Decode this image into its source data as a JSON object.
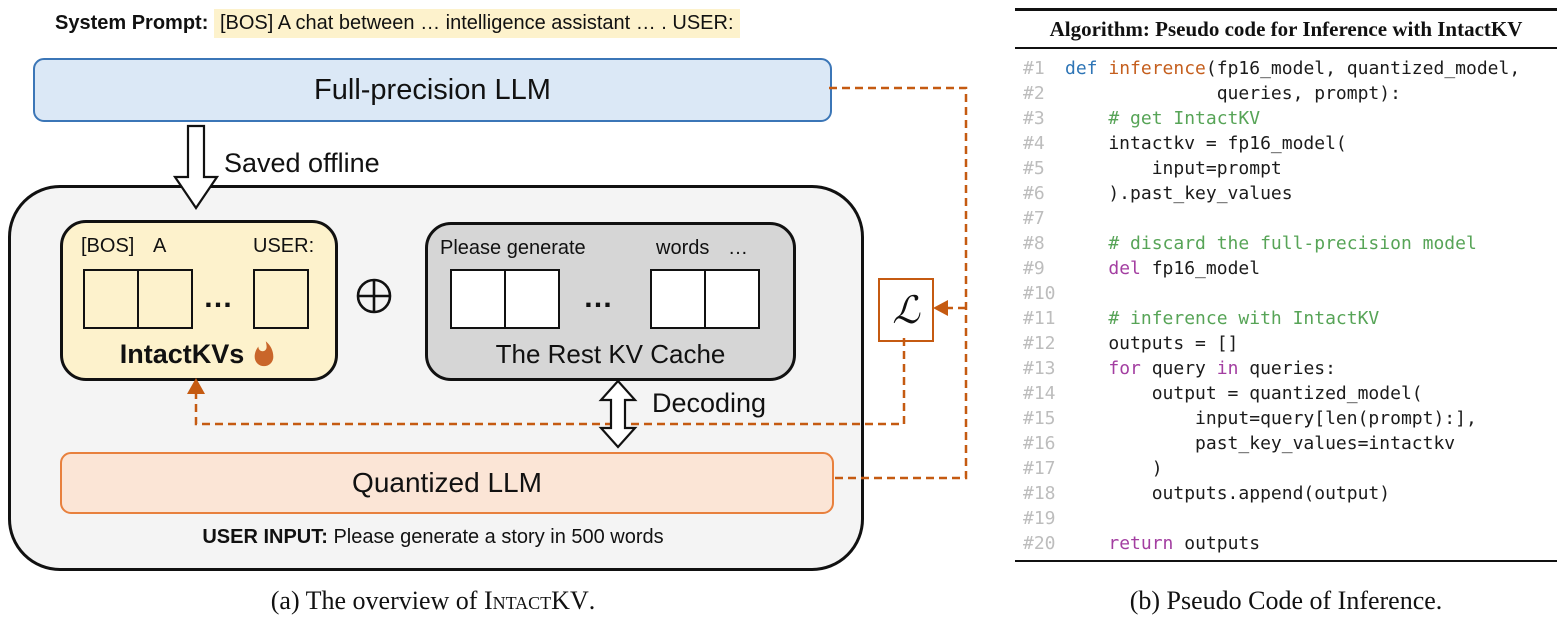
{
  "colors": {
    "blue_fill": "#dbe8f6",
    "blue_border": "#3b76b7",
    "orange_fill": "#fbe5d6",
    "orange_border": "#e8803d",
    "cream": "#fdf2cc",
    "gray_fill": "#d6d6d6",
    "container_fill": "#f4f4f4",
    "dash": "#c55a11",
    "flame": "#c9662a",
    "lineno": "#bdbdbd",
    "kw": "#2e75b6",
    "fn": "#c55f1e",
    "cm": "#57a457",
    "kp": "#a33ea1"
  },
  "diagram": {
    "system_prompt": {
      "label": "System Prompt:",
      "highlight": "[BOS] A chat between … intelligence assistant … . USER:"
    },
    "fp_llm": "Full-precision LLM",
    "saved_offline": "Saved offline",
    "intactkv_box": {
      "tokens": [
        "[BOS]",
        "A",
        "USER:"
      ],
      "ellipsis": "…",
      "label": "IntactKVs"
    },
    "rest_kv_box": {
      "tokens": [
        "Please generate",
        "words",
        "…"
      ],
      "ellipsis": "…",
      "label": "The Rest KV Cache"
    },
    "decoding": "Decoding",
    "quantized_llm": "Quantized LLM",
    "user_input": {
      "label": "USER INPUT:",
      "text": " Please generate a story in 500 words"
    },
    "loss_symbol": "ℒ",
    "caption_prefix": "(a) The overview of ",
    "caption_smallcaps": "IntactKV",
    "caption_suffix": "."
  },
  "algorithm": {
    "title": "Algorithm: Pseudo code for Inference with IntactKV",
    "caption": "(b) Pseudo Code of Inference.",
    "lines": [
      {
        "no": "#1",
        "tokens": [
          [
            "kw",
            "def"
          ],
          [
            "pl",
            " "
          ],
          [
            "fn",
            "inference"
          ],
          [
            "pl",
            "(fp16_model, quantized_model,"
          ]
        ]
      },
      {
        "no": "#2",
        "tokens": [
          [
            "pl",
            "              queries, prompt):"
          ]
        ]
      },
      {
        "no": "#3",
        "tokens": [
          [
            "cm",
            "    # get IntactKV"
          ]
        ]
      },
      {
        "no": "#4",
        "tokens": [
          [
            "pl",
            "    intactkv = fp16_model("
          ]
        ]
      },
      {
        "no": "#5",
        "tokens": [
          [
            "pl",
            "        input=prompt"
          ]
        ]
      },
      {
        "no": "#6",
        "tokens": [
          [
            "pl",
            "    ).past_key_values"
          ]
        ]
      },
      {
        "no": "#7",
        "tokens": []
      },
      {
        "no": "#8",
        "tokens": [
          [
            "cm",
            "    # discard the full-precision model"
          ]
        ]
      },
      {
        "no": "#9",
        "tokens": [
          [
            "pl",
            "    "
          ],
          [
            "kp",
            "del"
          ],
          [
            "pl",
            " fp16_model"
          ]
        ]
      },
      {
        "no": "#10",
        "tokens": []
      },
      {
        "no": "#11",
        "tokens": [
          [
            "cm",
            "    # inference with IntactKV"
          ]
        ]
      },
      {
        "no": "#12",
        "tokens": [
          [
            "pl",
            "    outputs = []"
          ]
        ]
      },
      {
        "no": "#13",
        "tokens": [
          [
            "pl",
            "    "
          ],
          [
            "kp",
            "for"
          ],
          [
            "pl",
            " query "
          ],
          [
            "kp",
            "in"
          ],
          [
            "pl",
            " queries:"
          ]
        ]
      },
      {
        "no": "#14",
        "tokens": [
          [
            "pl",
            "        output = quantized_model("
          ]
        ]
      },
      {
        "no": "#15",
        "tokens": [
          [
            "pl",
            "            input=query[len(prompt):],"
          ]
        ]
      },
      {
        "no": "#16",
        "tokens": [
          [
            "pl",
            "            past_key_values=intactkv"
          ]
        ]
      },
      {
        "no": "#17",
        "tokens": [
          [
            "pl",
            "        )"
          ]
        ]
      },
      {
        "no": "#18",
        "tokens": [
          [
            "pl",
            "        outputs.append(output)"
          ]
        ]
      },
      {
        "no": "#19",
        "tokens": []
      },
      {
        "no": "#20",
        "tokens": [
          [
            "pl",
            "    "
          ],
          [
            "kp",
            "return"
          ],
          [
            "pl",
            " outputs"
          ]
        ]
      }
    ]
  }
}
